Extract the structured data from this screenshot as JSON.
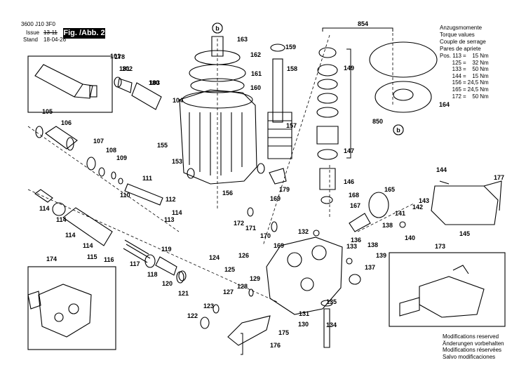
{
  "header": {
    "doc_number": "3600 J10 3F0",
    "issue_label": "Issue",
    "issue_value": "13-11",
    "stand_label": "Stand",
    "stand_value": "18-04-26",
    "figure_label": "Fig. /Abb. 2"
  },
  "torque_values": {
    "title_de": "Anzugsmomente",
    "title_en": "Torque values",
    "title_fr": "Couple de serrage",
    "title_es": "Pares de apriete",
    "rows": [
      {
        "pos": "Pos. 113",
        "eq": "=",
        "value": "15",
        "unit": "Nm"
      },
      {
        "pos": "125",
        "eq": "=",
        "value": "32",
        "unit": "Nm"
      },
      {
        "pos": "133",
        "eq": "=",
        "value": "50",
        "unit": "Nm"
      },
      {
        "pos": "144",
        "eq": "=",
        "value": "15",
        "unit": "Nm"
      },
      {
        "pos": "156",
        "eq": "=",
        "value": "24,5",
        "unit": "Nm"
      },
      {
        "pos": "165",
        "eq": "=",
        "value": "24,5",
        "unit": "Nm"
      },
      {
        "pos": "172",
        "eq": "=",
        "value": "50",
        "unit": "Nm"
      }
    ]
  },
  "modifications": {
    "en": "Modifications reserved",
    "de": "Änderungen vorbehalten",
    "fr": "Modifications réservées",
    "es": "Salvo modificaciones"
  },
  "reference_marker": "b",
  "part_labels": [
    "101",
    "102",
    "103",
    "104",
    "105",
    "106",
    "107",
    "108",
    "109",
    "110",
    "111",
    "112",
    "113",
    "114",
    "114",
    "114",
    "114",
    "114",
    "115",
    "116",
    "117",
    "118",
    "119",
    "120",
    "121",
    "122",
    "123",
    "124",
    "125",
    "126",
    "127",
    "128",
    "129",
    "130",
    "131",
    "132",
    "133",
    "134",
    "135",
    "136",
    "137",
    "138",
    "138",
    "139",
    "140",
    "141",
    "142",
    "143",
    "144",
    "145",
    "146",
    "147",
    "149",
    "153",
    "155",
    "156",
    "157",
    "158",
    "159",
    "160",
    "161",
    "162",
    "163",
    "164",
    "165",
    "167",
    "168",
    "169",
    "169",
    "170",
    "171",
    "172",
    "173",
    "174",
    "175",
    "176",
    "177",
    "178",
    "179",
    "180",
    "181",
    "850",
    "854"
  ]
}
